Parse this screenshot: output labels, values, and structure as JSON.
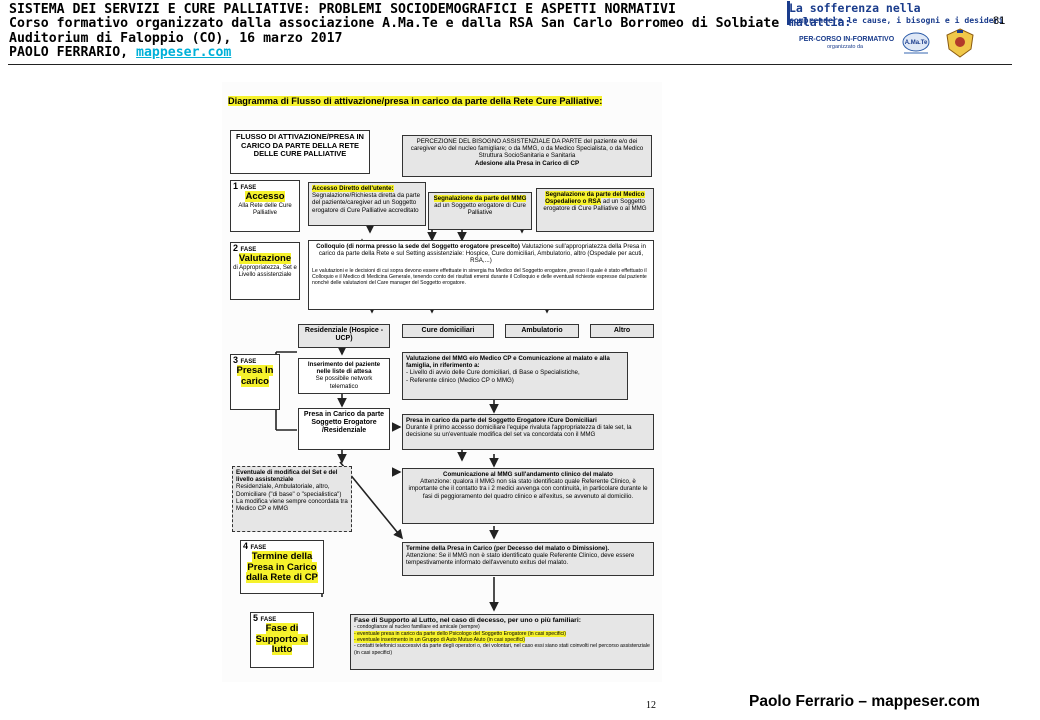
{
  "header": {
    "line1": "SISTEMA DEI SERVIZI E CURE PALLIATIVE: PROBLEMI SOCIODEMOGRAFICI E ASPETTI NORMATIVI",
    "line2": "Corso formativo organizzato dalla associazione  A.Ma.Te  e dalla RSA San Carlo Borromeo di Solbiate",
    "line3": "Auditorium di Faloppio (CO), 16 marzo 2017",
    "line4_author": "PAOLO FERRARIO, ",
    "line4_link": " mappeser.com",
    "page_number": "81"
  },
  "banner": {
    "title": "La sofferenza nella malattia:",
    "subtitle": "comprendere le cause, i bisogni e i desideri",
    "program": "PER-CORSO IN-FORMATIVO",
    "organized": "organizzato da"
  },
  "diagram": {
    "title": "Diagramma di Flusso di attivazione/presa in carico da parte della Rete Cure Palliative:",
    "flow_box": "FLUSSO DI ATTIVAZIONE/PRESA IN CARICO DA PARTE DELLA RETE DELLE CURE PALLIATIVE",
    "perception": "PERCEZIONE DEL BISOGNO ASSISTENZIALE DA PARTE del paziente e/o dei caregiver e/o del nucleo famigliare; o da MMG, o da Medico Specialista, o da Medico Struttura SocioSanitaria e Sanitaria",
    "perception_tail": "Adesione alla Presa in Carico di CP",
    "fase1": {
      "n": "1",
      "label": "FASE",
      "key": "Accesso",
      "desc": "Alla Rete delle Cure Palliative"
    },
    "fase2": {
      "n": "2",
      "label": "FASE",
      "key": "Valutazione",
      "desc": "di Appropriatezza, Set e Livello assistenziale"
    },
    "fase3": {
      "n": "3",
      "label": "FASE",
      "key": "Presa In carico"
    },
    "fase4": {
      "n": "4",
      "label": "FASE",
      "key": "Termine della Presa in Carico dalla Rete di CP"
    },
    "fase5": {
      "n": "5",
      "label": "FASE",
      "key": "Fase di Supporto al lutto"
    },
    "accesso_diretto_head": "Accesso Diretto dell'utente:",
    "accesso_diretto_body": "Segnalazione/Richiesta diretta da parte del paziente/caregiver ad un Soggetto erogatore di Cure Palliative accreditato",
    "segn_mmg_head": "Segnalazione da parte del MMG",
    "segn_mmg_body": "ad un Soggetto erogatore di Cure Palliative",
    "segn_osp_head": "Segnalazione da parte del Medico Ospedaliero o RSA",
    "segn_osp_body": "ad un Soggetto erogatore di Cure Palliative o al MMG",
    "colloquio_head": "Colloquio (di norma presso la sede del Soggetto erogatore prescelto)",
    "colloquio_body": "Valutazione sull'appropriatezza della Presa in carico da parte della Rete e sul Setting assistenziale: Hospice, Cure domiciliari, Ambulatorio, altro (Ospedale per acuti, RSA,...)",
    "colloquio_note": "Le valutazioni e le decisioni di cui sopra devono essere effettuate in sinergia fra Medico del Soggetto erogatore, presso il quale è stato effettuato il Colloquio e il Medico di Medicina Generale, tenendo conto dei risultati emersi durante il Colloquio e delle eventuali richieste espresse dal paziente nonché delle valutazioni del Care manager del Soggetto erogatore.",
    "residenziale": "Residenziale (Hospice -UCP)",
    "cure_domiciliari": "Cure domiciliari",
    "ambulatorio": "Ambulatorio",
    "altro": "Altro",
    "inserimento_head": "Inserimento del paziente nelle liste di attesa",
    "inserimento_body": "Se possibile network telematico",
    "presa_res": "Presa in Carico da parte Soggetto Erogatore /Residenziale",
    "valutazione_mmg_head": "Valutazione del MMG e/o Medico CP e Comunicazione al malato e alla famiglia, in riferimento a:",
    "valutazione_mmg_items": [
      "- Livello di avvio delle Cure domiciliari, di Base o Specialistiche,",
      "- Referente clinico (Medico CP o MMG)"
    ],
    "presa_dom_head": "Presa in carico da parte del Soggetto Erogatore /Cure Domiciliari",
    "presa_dom_body": "Durante il primo accesso domiciliare l'equipe rivaluta l'appropriatezza di tale set, la decisione su un'eventuale modifica del set va concordata con il MMG",
    "modifica_head": "Eventuale di modifica del Set e del livello assistenziale",
    "modifica_body": "Residenziale, Ambulatoriale, altro, Domiciliare (\"di base\" o \"specialistica\") La modifica viene sempre concordata tra Medico CP e MMG",
    "comunicazione_head": "Comunicazione al MMG sull'andamento clinico del malato",
    "comunicazione_body": "Attenzione: qualora il MMG non sia stato identificato quale Referente Clinico, è importante che il contatto tra i 2 medici avvenga con continuità, in particolare durante le fasi di peggioramento del quadro clinico e all'exitus, se avvenuto al domicilio.",
    "termine_head": "Termine della Presa in Carico (per Decesso del malato o Dimissione).",
    "termine_body": "Attenzione: Se il MMG non è stato identificato quale Referente Clinico, deve essere tempestivamente informato dell'avvenuto exitus del malato.",
    "supporto_head": "Fase di Supporto al Lutto, nel caso di decesso, per uno o più familiari:",
    "supporto_items": [
      "- condoglianze al nucleo familiare ed amicale (sempre)",
      "- eventuale presa in carico da parte dello Psicologo del Soggetto Erogatore (in casi specifici)",
      "- eventuale inserimento in un Gruppo di Auto Mutuo Aiuto (in casi specifici)",
      "- contatti telefonici successivi da parte degli operatori o, dei volontari, nel caso essi siano stati coinvolti nel percorso assistenziale (in casi specifici)"
    ]
  },
  "footer": {
    "slide_number": "12",
    "credit": "Paolo Ferrario – mappeser.com"
  }
}
